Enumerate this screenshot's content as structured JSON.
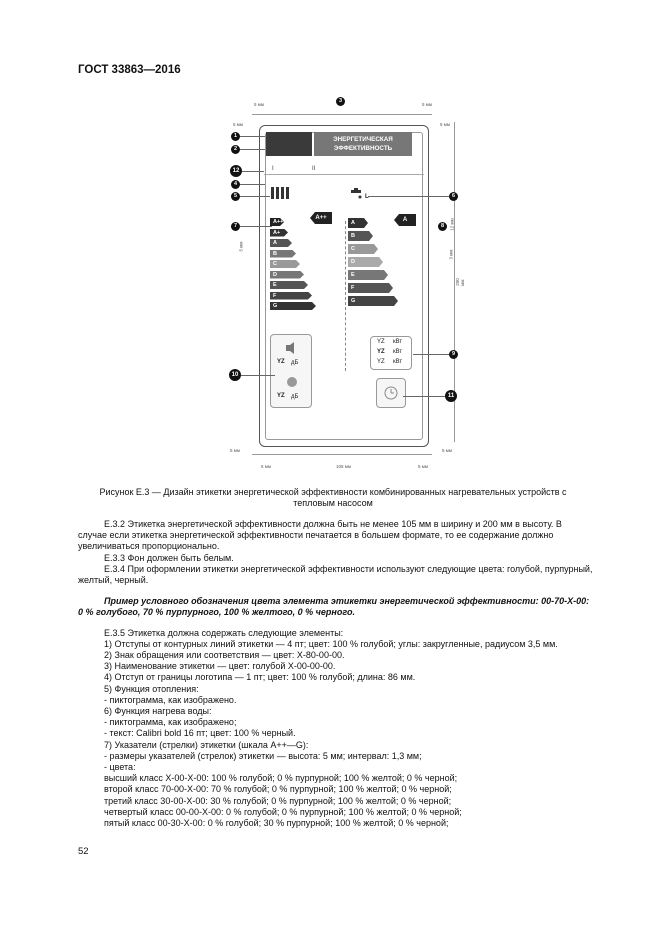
{
  "header": "ГОСТ 33863—2016",
  "figure": {
    "label_title": "ЭНЕРГЕТИЧЕСКАЯ ЭФФЕКТИВНОСТЬ",
    "supplier_i": "I",
    "supplier_ii": "II",
    "heat_classes": [
      "A++",
      "A+",
      "A",
      "B",
      "C",
      "D",
      "E",
      "F",
      "G"
    ],
    "water_classes": [
      "A",
      "B",
      "C",
      "D",
      "E",
      "F",
      "G"
    ],
    "heat_indicator": "A++",
    "water_indicator": "A",
    "water_size": "L",
    "noise_value": "YZ",
    "noise_unit": "дБ",
    "kwh_value": "YZ",
    "kwh_unit": "кВт",
    "callouts": [
      "1",
      "2",
      "3",
      "4",
      "5",
      "6",
      "7",
      "8",
      "9",
      "10",
      "11",
      "12"
    ],
    "dims": {
      "mm5": "5 мм",
      "mm105": "105 мм",
      "mm200": "200 мм",
      "mm3": "3 мм",
      "mm12": "12 мм",
      "mm5v": "5 мм"
    }
  },
  "caption": "Рисунок Е.3 — Дизайн этикетки энергетической эффективности комбинированных нагревательных устройств с тепловым насосом",
  "paragraphs": {
    "p1": "Е.3.2 Этикетка энергетической эффективности должна быть не менее 105 мм в ширину и 200 мм в высоту. В случае если этикетка энергетической эффективности печатается в большем формате, то ее содержание должно увеличиваться пропорционально.",
    "p2": "Е.3.3 Фон должен быть белым.",
    "p3": "Е.3.4 При оформлении этикетки энергетической эффективности используют следующие цвета: голубой, пурпурный, желтый, черный.",
    "p4": "Пример условного обозначения цвета элемента этикетки энергетической эффективности: 00-70-Х-00: 0 % голубого, 70 % пурпурного, 100 % желтого, 0 % черного.",
    "p5": "Е.3.5 Этикетка должна содержать следующие элементы:",
    "items": [
      "1) Отступы от контурных линий этикетки — 4 пт; цвет: 100 % голубой; углы: закругленные, радиусом 3,5 мм.",
      "2) Знак обращения или соответствия — цвет: Х-80-00-00.",
      "3) Наименование этикетки — цвет: голубой Х-00-00-00.",
      "4) Отступ от границы логотипа — 1 пт; цвет: 100 % голубой; длина: 86 мм.",
      "5) Функция отопления:",
      "- пиктограмма, как изображено.",
      "6) Функция нагрева воды:",
      "- пиктограмма, как изображено;",
      "- текст: Calibri bold 16 пт; цвет: 100 % черный.",
      "7) Указатели (стрелки) этикетки (шкала А++—G):",
      "- размеры указателей (стрелок) этикетки — высота: 5 мм; интервал: 1,3 мм;",
      "- цвета:",
      "высший класс Х-00-Х-00: 100 % голубой; 0 % пурпурной; 100 % желтой; 0 % черной;",
      "второй класс 70-00-Х-00: 70 % голубой; 0 % пурпурной; 100 % желтой; 0 % черной;",
      "третий класс 30-00-Х-00: 30 % голубой; 0 % пурпурной; 100 % желтой; 0 % черной;",
      "четвертый класс 00-00-Х-00: 0 % голубой; 0 % пурпурной; 100 % желтой; 0 % черной;",
      "пятый класс 00-30-Х-00: 0 % голубой; 30 % пурпурной; 100 % желтой; 0 % черной;"
    ]
  },
  "page_number": "52"
}
